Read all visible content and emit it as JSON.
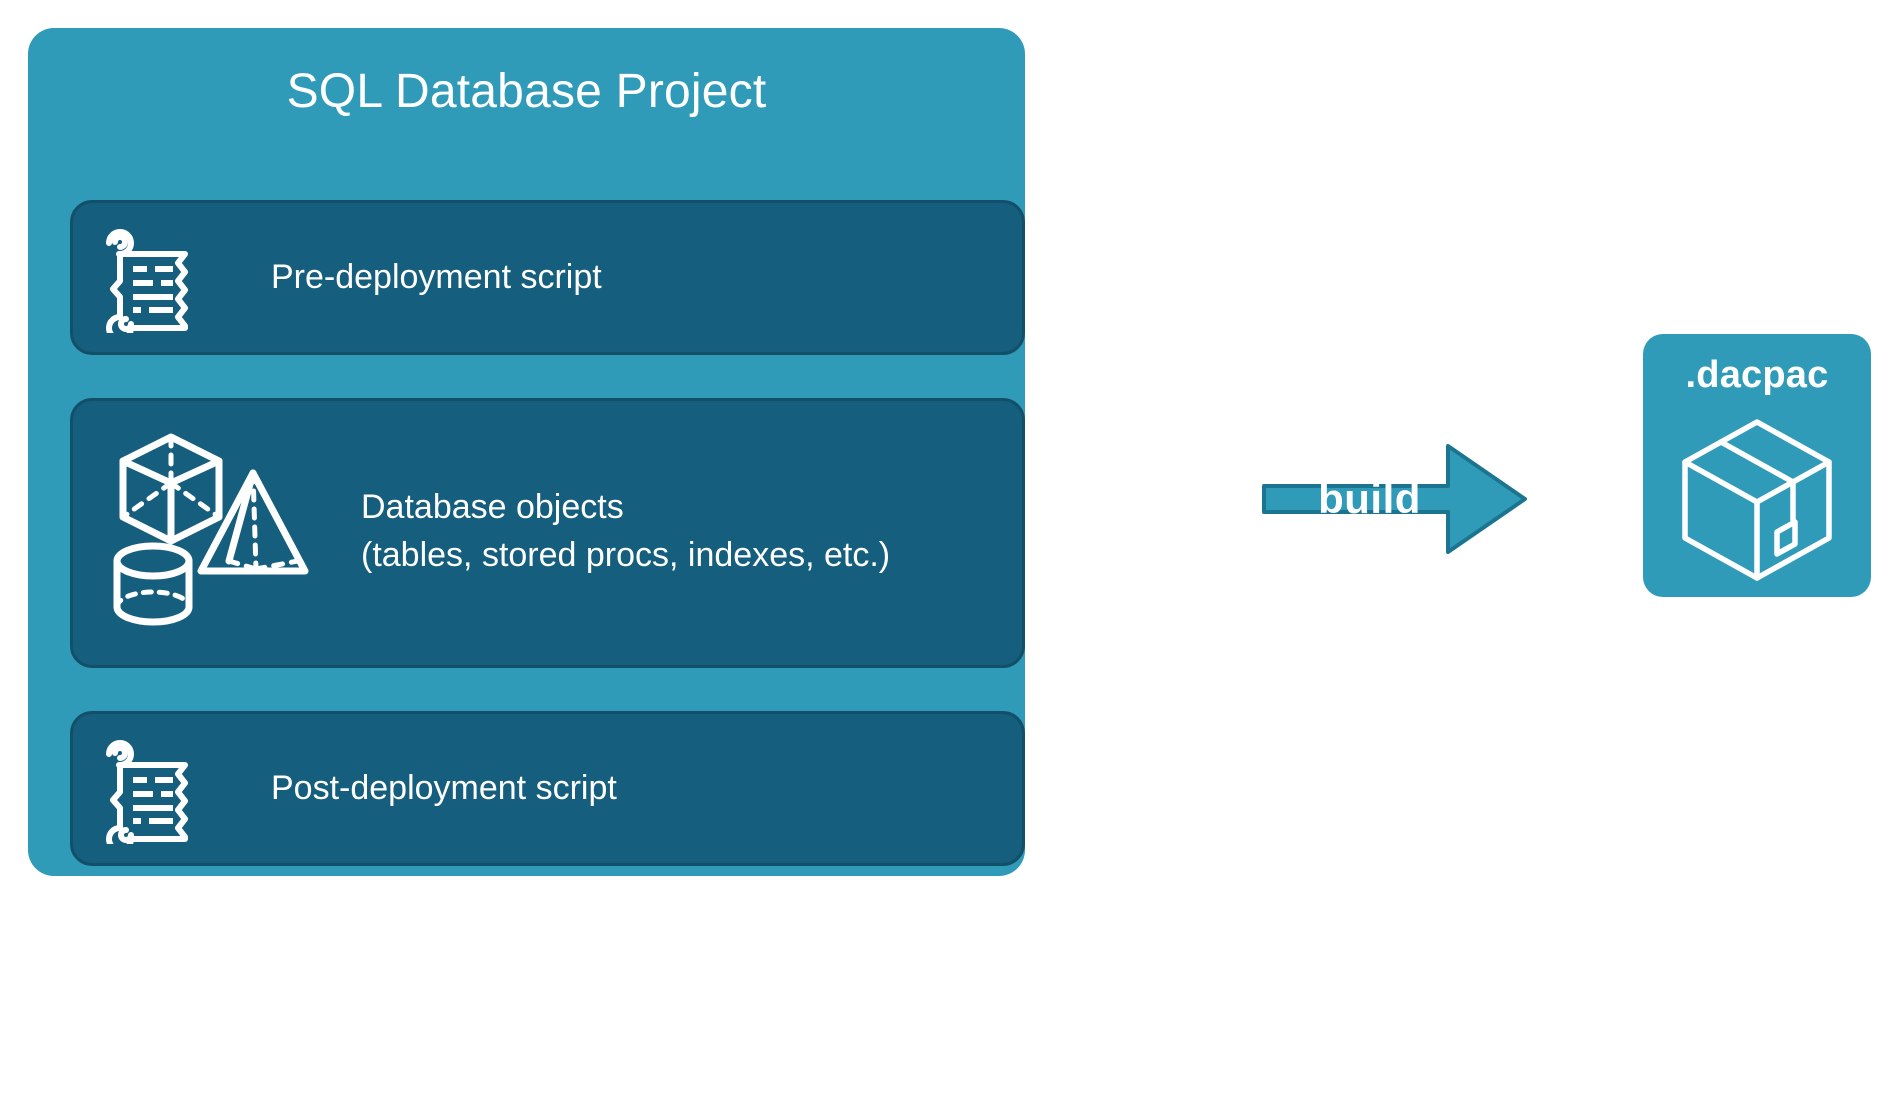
{
  "diagram": {
    "title": "SQL Database Project build to dacpac",
    "background_color": "#FFFFFF"
  },
  "colors": {
    "panel_teal": "#2F9BB8",
    "card_dark_blue": "#165E7D",
    "card_border": "#124F69",
    "arrow_teal": "#2F9BB8",
    "arrow_border": "#1B7490",
    "text_white": "#FFFFFF"
  },
  "project_panel": {
    "title": "SQL Database Project",
    "cards": [
      {
        "id": "pre-deployment",
        "label": "Pre-deployment script",
        "icon": "scroll-script-icon"
      },
      {
        "id": "database-objects",
        "label_line1": "Database objects",
        "label_line2": "(tables, stored procs, indexes, etc.)",
        "icon": "database-shapes-icon"
      },
      {
        "id": "post-deployment",
        "label": "Post-deployment script",
        "icon": "scroll-script-icon"
      }
    ]
  },
  "build_arrow": {
    "label": "build",
    "icon": "right-arrow-icon"
  },
  "output_panel": {
    "title": ".dacpac",
    "icon": "package-box-icon"
  }
}
